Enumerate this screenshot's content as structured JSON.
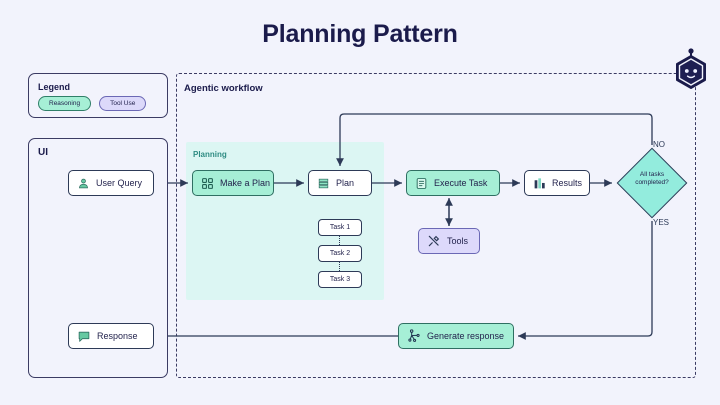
{
  "page": {
    "title": "Planning Pattern",
    "background": "#f2f3fc",
    "accent_reasoning": "#a6efd6",
    "accent_tooluse": "#ddd9fb",
    "accent_decision": "#93ecdd",
    "ink": "#1b1b4b"
  },
  "legend": {
    "title": "Legend",
    "items": [
      {
        "label": "Reasoning",
        "kind": "reasoning",
        "color": "#a6efd6"
      },
      {
        "label": "Tool Use",
        "kind": "tooluse",
        "color": "#ddd9fb"
      }
    ]
  },
  "ui_panel": {
    "title": "UI",
    "nodes": [
      {
        "id": "user-query",
        "label": "User Query",
        "icon": "user-icon",
        "fill": "#ffffff"
      },
      {
        "id": "response",
        "label": "Response",
        "icon": "speech-bubble-icon",
        "fill": "#ffffff"
      }
    ]
  },
  "agentic": {
    "title": "Agentic workflow",
    "planning": {
      "title": "Planning",
      "tasks": [
        "Task 1",
        "Task 2",
        "Task 3"
      ]
    },
    "nodes": [
      {
        "id": "make-a-plan",
        "label": "Make a Plan",
        "icon": "grid-squares-icon",
        "fill": "#a6efd6"
      },
      {
        "id": "plan",
        "label": "Plan",
        "icon": "layers-icon",
        "fill": "#ffffff"
      },
      {
        "id": "execute-task",
        "label": "Execute Task",
        "icon": "document-icon",
        "fill": "#a6efd6"
      },
      {
        "id": "results",
        "label": "Results",
        "icon": "bar-chart-icon",
        "fill": "#ffffff"
      },
      {
        "id": "tools",
        "label": "Tools",
        "icon": "tools-icon",
        "fill": "#ddd9fb"
      },
      {
        "id": "generate-response",
        "label": "Generate response",
        "icon": "network-nodes-icon",
        "fill": "#a6efd6"
      }
    ],
    "decision": {
      "id": "all-tasks-completed",
      "line1": "All tasks",
      "line2": "completed?",
      "branch_no": "NO",
      "branch_yes": "YES"
    }
  },
  "badge": {
    "icon": "robot-head-icon"
  }
}
